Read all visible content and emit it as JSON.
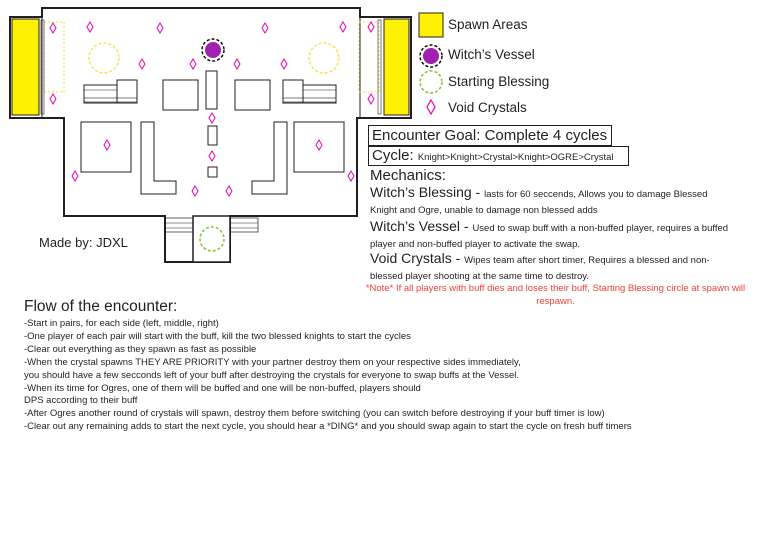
{
  "legend": [
    {
      "label": "Spawn Areas",
      "icon": "spawn-area-swatch"
    },
    {
      "label": "Witch’s Vessel",
      "icon": "witch-vessel-circle"
    },
    {
      "label": "Starting Blessing",
      "icon": "starting-blessing-circle"
    },
    {
      "label": "Void Crystals",
      "icon": "void-crystal-diamond"
    }
  ],
  "encounter_goal": "Encounter Goal: Complete 4 cycles",
  "cycle": {
    "prefix": "Cycle: ",
    "sequence": "Knight>Knight>Crystal>Knight>OGRE>Crystal"
  },
  "mechanics": {
    "title": "Mechanics:",
    "items": [
      {
        "name": "Witch’s Blessing - ",
        "desc": "lasts for 60 seccends, Allows you to damage Blessed Knight and Ogre, unable to damage non blessed adds"
      },
      {
        "name": "Witch’s Vessel - ",
        "desc": "Used to swap buff with a non-buffed player, requires a buffed player and non-buffed player to activate the swap."
      },
      {
        "name": "Void Crystals - ",
        "desc": "Wipes team after short timer, Requires a blessed and non-blessed player shooting at the same time to destroy."
      }
    ],
    "note": "*Note* If all players with buff dies and loses their buff, Starting Blessing circle at spawn will respawn."
  },
  "made_by": "Made by: JDXL",
  "flow": {
    "title": "Flow of the encounter:",
    "lines": [
      "-Start in pairs, for each side (left, middle, right)",
      "-One player of each pair will start with the buff, kill the two blessed knights to start the cycles",
      "-Clear out everything as they spawn as fast as possible",
      "-When the crystal spawns THEY ARE PRIORITY with your partner destroy them on your respective sides immediately,",
      "you should have a few secconds left of your buff after destroying the crystals for everyone to swap buffs at the Vessel.",
      "-When its time for Ogres, one of them will be buffed and one will be non-buffed, players should",
      "DPS according to their buff",
      "-After Ogres another round of crystals will spawn, destroy them before switching (you can switch before destroying if your buff timer is low)",
      "-Clear out any remaining adds to start the next cycle, you should hear  a *DING* and you should swap again to start the cycle on fresh buff timers"
    ]
  },
  "colors": {
    "spawn": "#fff200",
    "vessel": "#a020b0",
    "vessel_ring": "#000000",
    "blessing": "#8dc63f",
    "crystal": "#ec00b3",
    "note": "#ef4136"
  }
}
